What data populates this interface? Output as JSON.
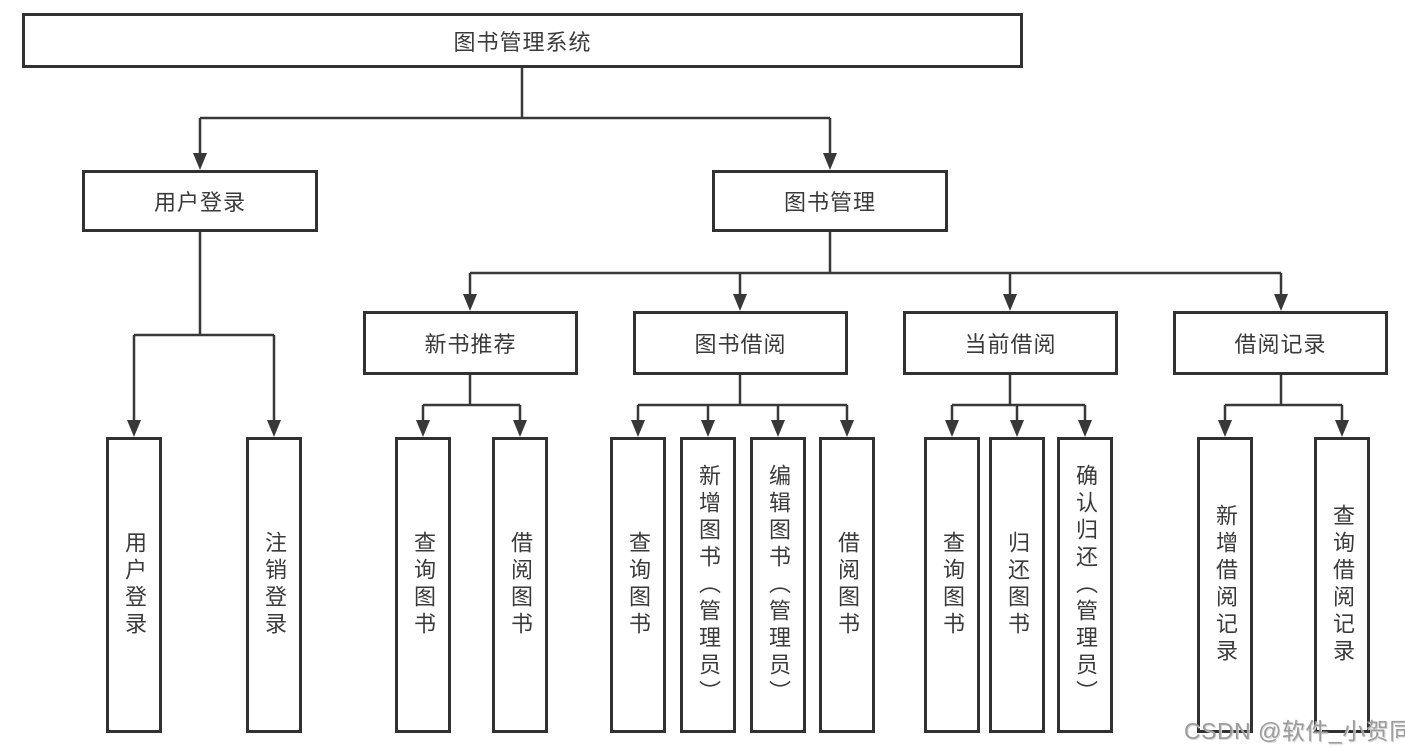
{
  "watermark": "CSDN @软件_小贺同学",
  "tree": {
    "root": "图书管理系统",
    "user_login": {
      "label": "用户登录",
      "children": [
        "用户登录",
        "注销登录"
      ]
    },
    "book_mgmt": {
      "label": "图书管理",
      "sections": [
        {
          "label": "新书推荐",
          "children": [
            "查询图书",
            "借阅图书"
          ]
        },
        {
          "label": "图书借阅",
          "children": [
            "查询图书",
            "新增图书（管理员）",
            "编辑图书（管理员）",
            "借阅图书"
          ]
        },
        {
          "label": "当前借阅",
          "children": [
            "查询图书",
            "归还图书",
            "确认归还（管理员）"
          ]
        },
        {
          "label": "借阅记录",
          "children": [
            "新增借阅记录",
            "查询借阅记录"
          ]
        }
      ]
    }
  },
  "colors": {
    "line": "#383838",
    "box_border": "#313131",
    "text": "#3a3a3a",
    "background": "#ffffff",
    "watermark": "#9c9c9c"
  }
}
